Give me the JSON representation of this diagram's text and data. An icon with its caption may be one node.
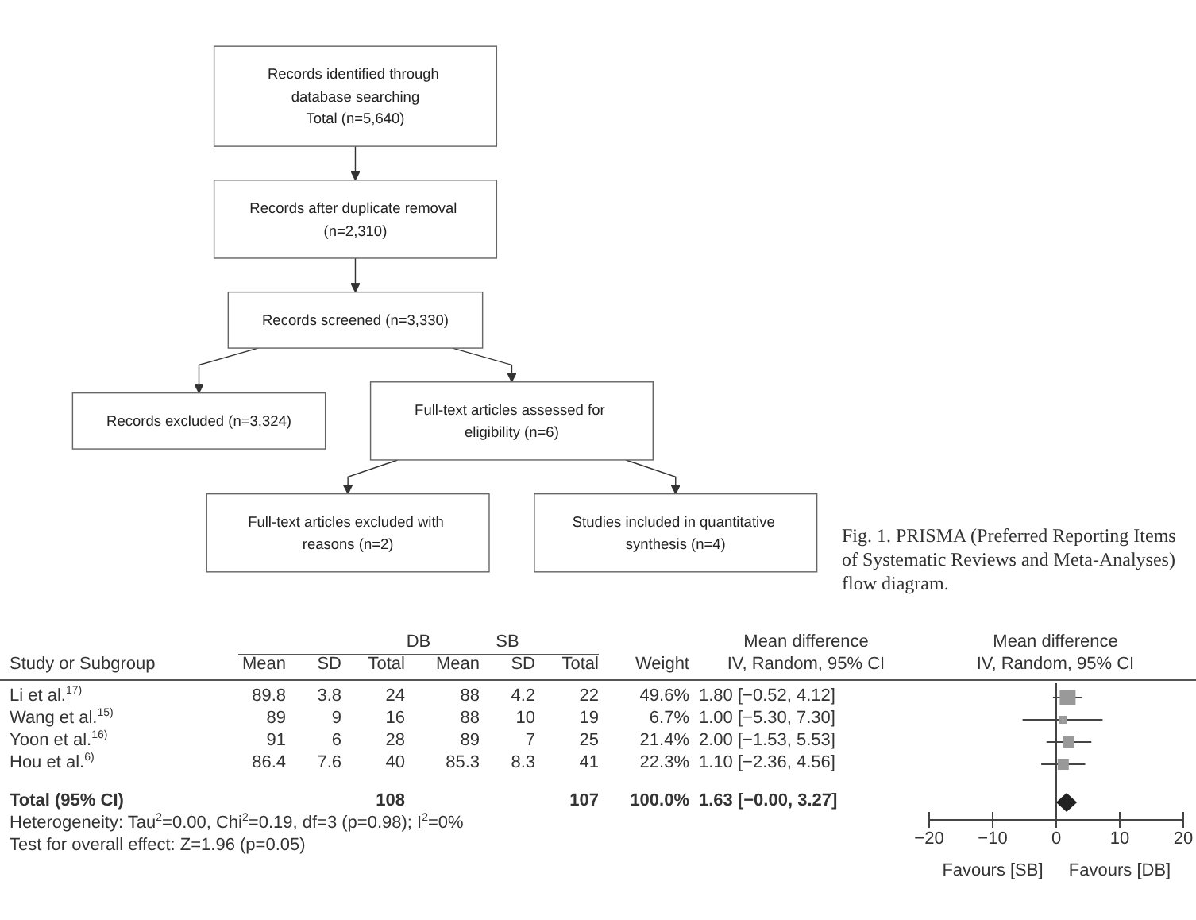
{
  "diagram": {
    "caption": "Fig. 1. PRISMA (Preferred Reporting Items of Systematic Reviews and Meta-Analyses) flow diagram.",
    "nodes": [
      {
        "text": [
          "Records identified through database searching",
          "Total (n=5,640)"
        ]
      },
      {
        "text": [
          "Records after duplicate removal (n=2,310)"
        ]
      },
      {
        "text": [
          "Records screened (n=3,330)"
        ]
      },
      {
        "text": [
          "Records excluded (n=3,324)"
        ]
      },
      {
        "text": [
          "Full-text articles assessed for eligibility (n=6)"
        ]
      },
      {
        "text": [
          "Full-text articles excluded with reasons (n=2)"
        ]
      },
      {
        "text": [
          "Studies included in quantitative synthesis (n=4)"
        ]
      }
    ],
    "edges": [
      {
        "from": 0,
        "to": 1,
        "arrow": "to"
      },
      {
        "from": 1,
        "to": 2,
        "arrow": "to"
      },
      {
        "from": 2,
        "to": 3,
        "arrow": "to"
      },
      {
        "from": 2,
        "to": 4,
        "arrow": "to"
      },
      {
        "from": 4,
        "to": 5,
        "arrow": "to"
      },
      {
        "from": 4,
        "to": 6,
        "arrow": "to"
      }
    ],
    "labels": [
      "DB",
      "SB",
      "Mean difference",
      "Mean difference",
      "Study or Subgroup",
      "Mean",
      "SD",
      "Total",
      "Mean",
      "SD",
      "Total",
      "Weight",
      "IV, Random, 95% CI",
      "IV, Random, 95% CI",
      "Li et al.$^{17)}$",
      "89.8",
      "3.8",
      "24",
      "88",
      "4.2",
      "22",
      "49.6%",
      "1.80 [−0.52, 4.12]",
      "Wang et al.$^{15)}$",
      "89",
      "9",
      "16",
      "88",
      "10",
      "19",
      "6.7%",
      "1.00 [−5.30, 7.30]",
      "Yoon et al.$^{16)}$",
      "91",
      "6",
      "28",
      "89",
      "7",
      "25",
      "21.4%",
      "2.00 [−1.53, 5.53]",
      "Hou et al.$^{6)}$",
      "86.4",
      "7.6",
      "40",
      "85.3",
      "8.3",
      "41",
      "22.3%",
      "1.10 [−2.36, 4.56]",
      "Total (95% CI)",
      "108",
      "107",
      "100.0%",
      "1.63 [−0.00, 3.27]",
      "Heterogeneity: Tau$^{2}$=0.00, Chi$^{2}$=0.19, df=3 (p=0.98); I$^{2}$=0%",
      "Test for overall effect: Z=1.96 (p=0.05)",
      "−20",
      "−10",
      "0",
      "10",
      "20",
      "Favours [SB]",
      "Favours [DB]"
    ]
  }
}
